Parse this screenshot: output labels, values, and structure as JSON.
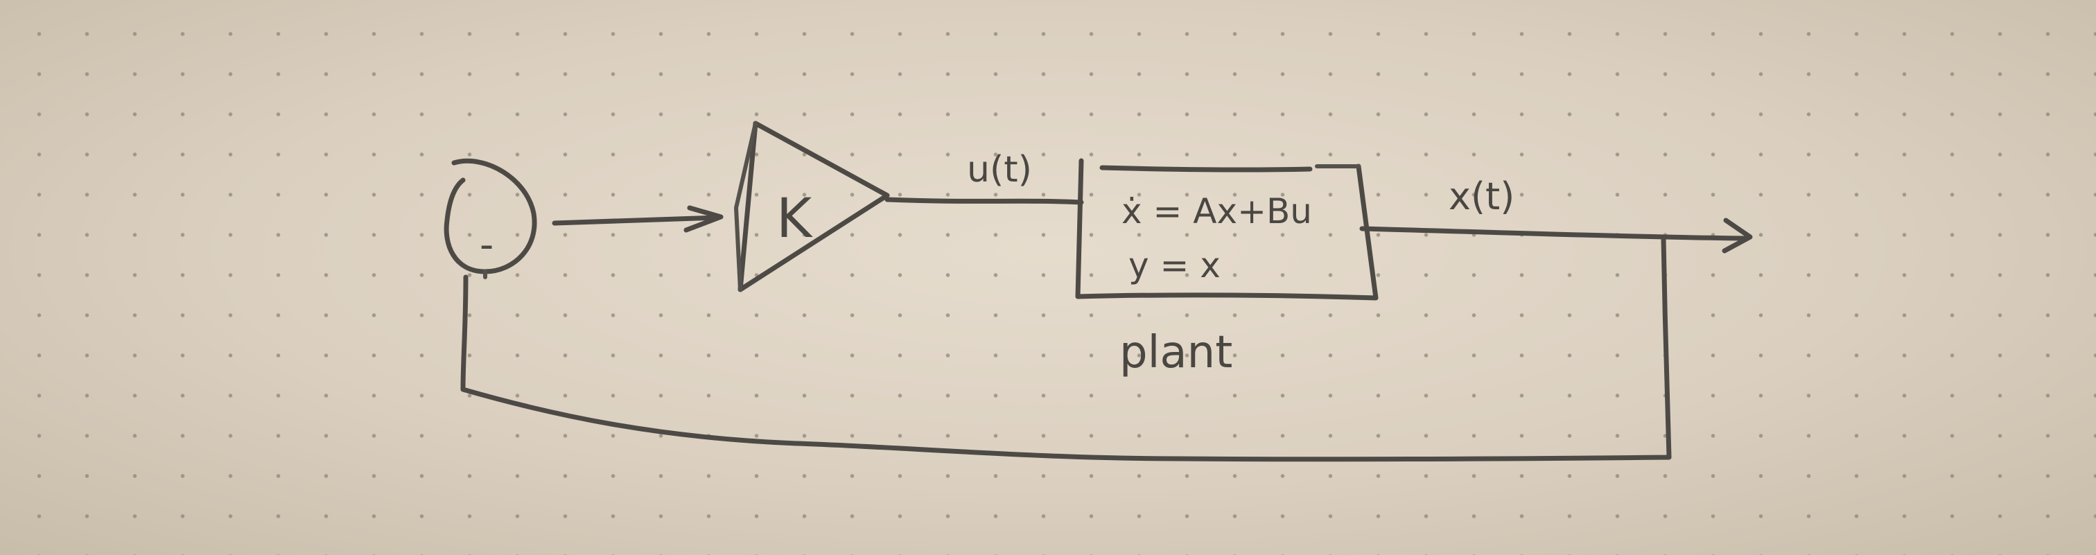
{
  "diagram": {
    "sum_sign": "-",
    "gain_label": "K",
    "input_signal": "u(t)",
    "plant_eq_1": "ẋ = Ax+Bu",
    "plant_eq_2": "y = x",
    "plant_caption": "plant",
    "output_signal": "x(t)"
  },
  "colors": {
    "paper": "#e0d6c6",
    "pencil": "#4d4a46",
    "dots": "#8d8577"
  }
}
